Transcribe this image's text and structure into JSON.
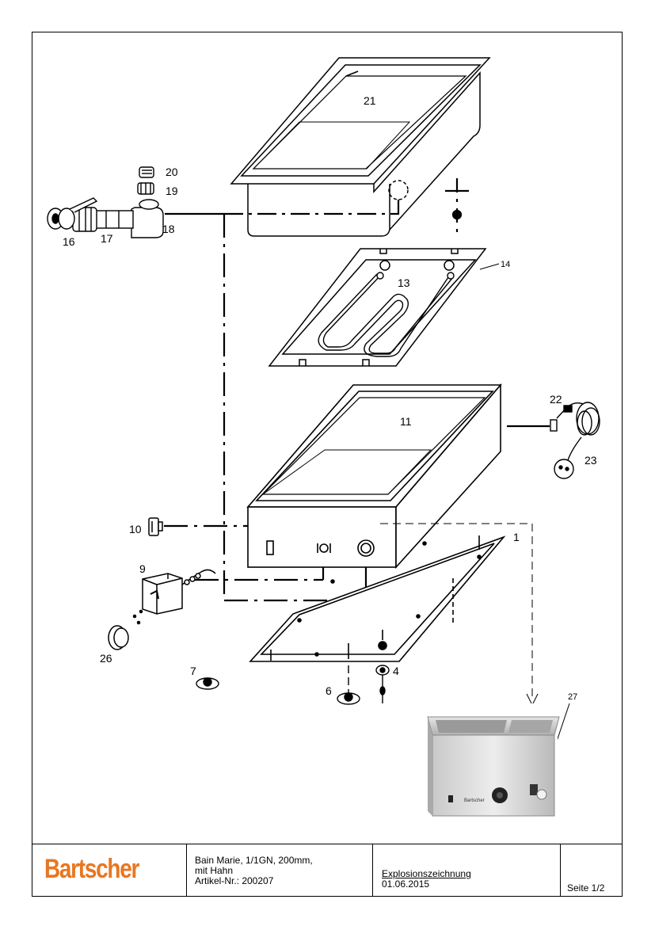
{
  "drawing": {
    "labels": {
      "p1": "1",
      "p4": "4",
      "p6": "6",
      "p7": "7",
      "p9": "9",
      "p10": "10",
      "p11": "11",
      "p13": "13",
      "p14": "14",
      "p16": "16",
      "p17": "17",
      "p18": "18",
      "p19": "19",
      "p20": "20",
      "p21": "21",
      "p22": "22",
      "p23": "23",
      "p26": "26",
      "p27": "27"
    },
    "photo_brand": "Bartscher"
  },
  "titleblock": {
    "logo_text": "Bartscher",
    "product_line1": "Bain Marie, 1/1GN, 200mm,",
    "product_line2": "mit Hahn",
    "article": "Artikel-Nr.: 200207",
    "doc_type": "Explosionszeichnung",
    "date": "01.06.2015",
    "page": "Seite 1/2"
  },
  "colors": {
    "logo": "#e87722",
    "line": "#000000"
  }
}
